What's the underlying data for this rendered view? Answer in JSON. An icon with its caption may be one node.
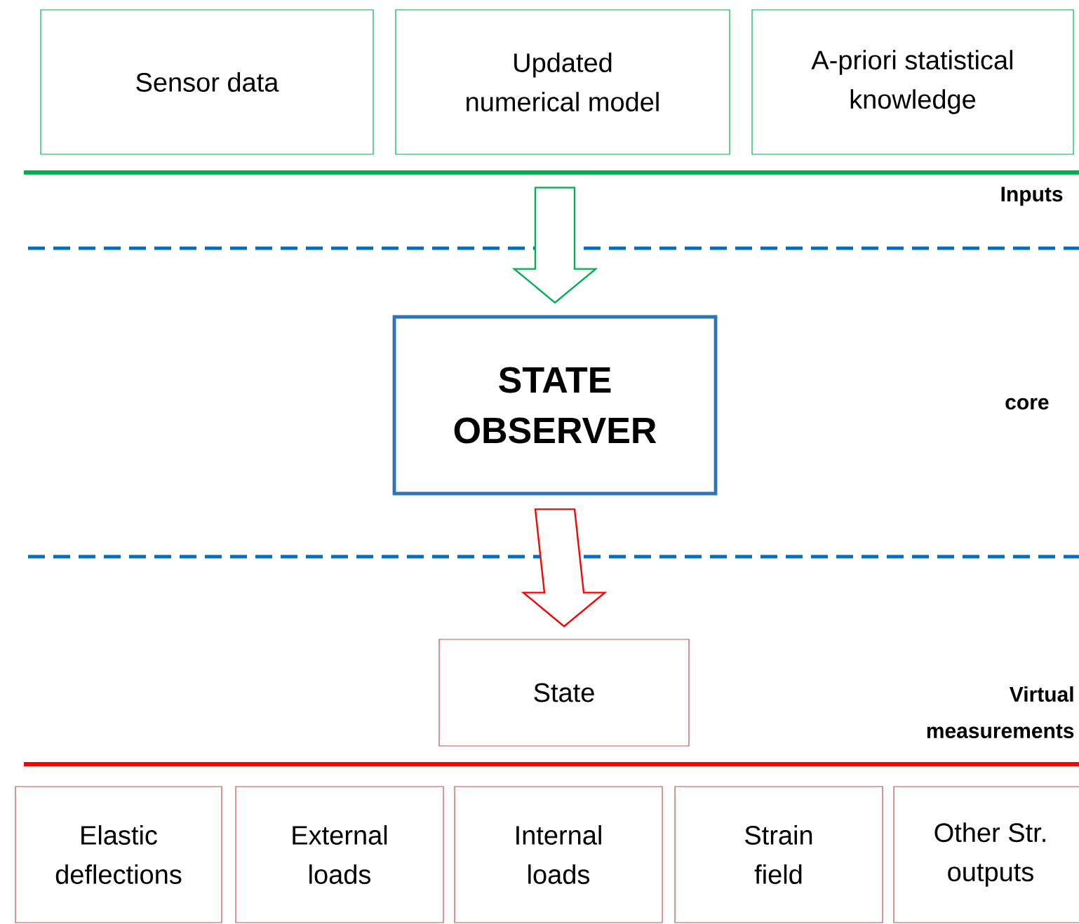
{
  "diagram": {
    "nodes": [
      {
        "text": [
          "Sensor data"
        ]
      },
      {
        "text": [
          "Updated numerical model"
        ]
      },
      {
        "text": [
          "A-priori statistical knowledge"
        ]
      },
      {
        "text": [
          "STATE OBSERVER"
        ]
      },
      {
        "text": [
          "State"
        ]
      },
      {
        "text": [
          "Elastic deflections"
        ]
      },
      {
        "text": [
          "External loads"
        ]
      },
      {
        "text": [
          "Internal loads"
        ]
      },
      {
        "text": [
          "Strain field"
        ]
      },
      {
        "text": [
          "Other Str. outputs"
        ]
      }
    ],
    "edges": [
      {
        "from": null,
        "to": 3,
        "arrow": "to",
        "color": "#00b050"
      },
      {
        "from": 3,
        "to": 4,
        "arrow": "to",
        "color": "#ff0000"
      }
    ],
    "labels": [
      "Inputs",
      "core",
      "Virtual measurements"
    ]
  }
}
